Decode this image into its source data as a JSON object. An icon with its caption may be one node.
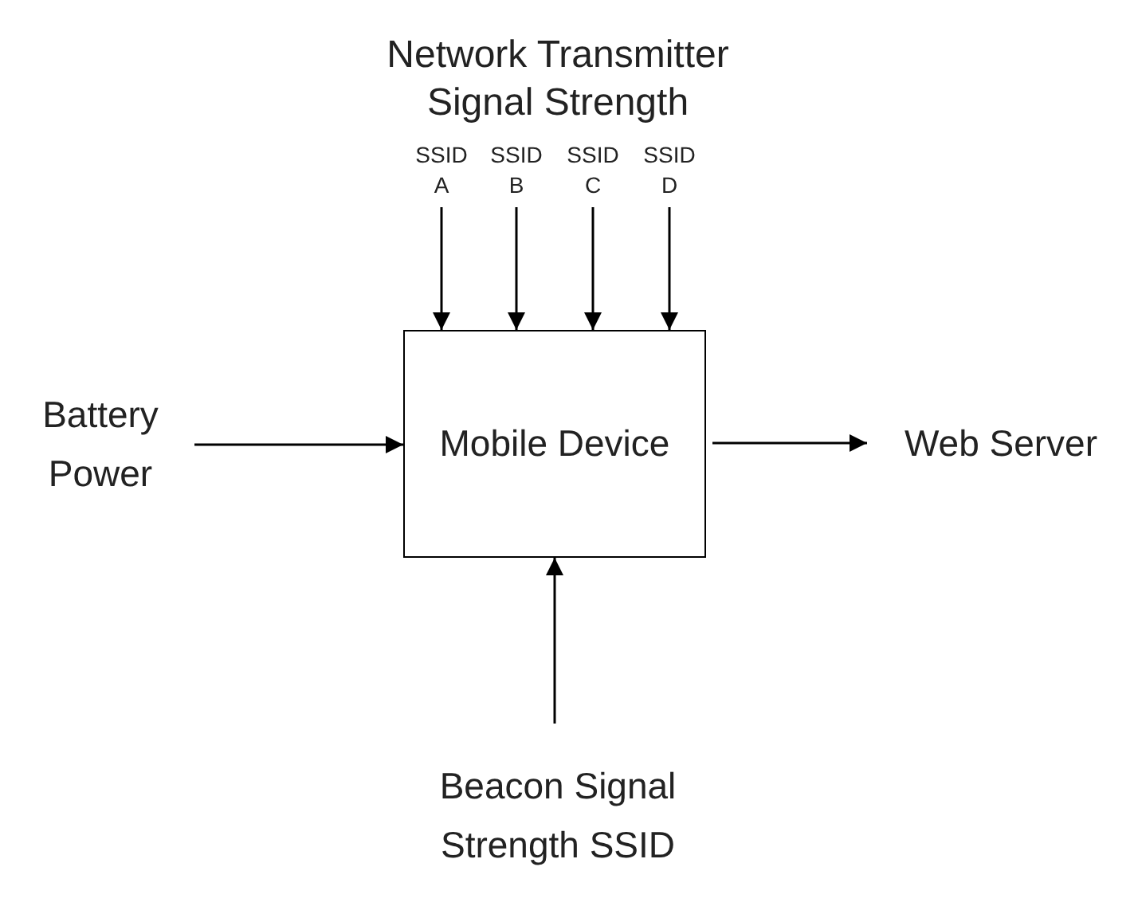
{
  "diagram": {
    "nodes": [
      {
        "text": [
          "SSID A"
        ]
      },
      {
        "text": [
          "SSID B"
        ]
      },
      {
        "text": [
          "SSID C"
        ]
      },
      {
        "text": [
          "SSID D"
        ]
      },
      {
        "text": [
          "Battery Power"
        ]
      },
      {
        "text": [
          "Mobile Device"
        ]
      },
      {
        "text": [
          "Web Server"
        ]
      },
      {
        "text": [
          "Beacon Signal Strength SSID"
        ]
      }
    ],
    "edges": [
      {
        "from": 0,
        "to": 5,
        "arrow": "to"
      },
      {
        "from": 1,
        "to": 5,
        "arrow": "to"
      },
      {
        "from": 2,
        "to": 5,
        "arrow": "to"
      },
      {
        "from": 3,
        "to": 5,
        "arrow": "to"
      },
      {
        "from": 4,
        "to": 5,
        "arrow": "to"
      },
      {
        "from": 5,
        "to": 6,
        "arrow": "to"
      },
      {
        "from": 7,
        "to": 5,
        "arrow": "to"
      }
    ],
    "labels": [
      "Network Transmitter Signal Strength"
    ]
  }
}
